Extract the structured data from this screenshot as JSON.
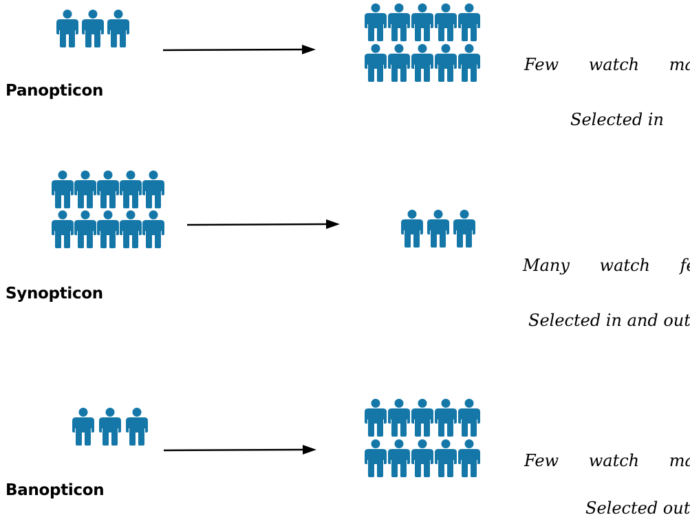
{
  "colors": {
    "person": "#1577a8",
    "arrow": "#000000"
  },
  "icon": "person-icon",
  "rows": [
    {
      "name": "Panopticon",
      "watchers": 3,
      "watched": 10,
      "relation": "Few watch many",
      "selection": "Selected in"
    },
    {
      "name": "Synopticon",
      "watchers": 10,
      "watched": 3,
      "relation": "Many watch few",
      "selection": "Selected in and out"
    },
    {
      "name": "Banopticon",
      "watchers": 3,
      "watched": 10,
      "relation": "Few watch many",
      "selection": "Selected out"
    }
  ]
}
